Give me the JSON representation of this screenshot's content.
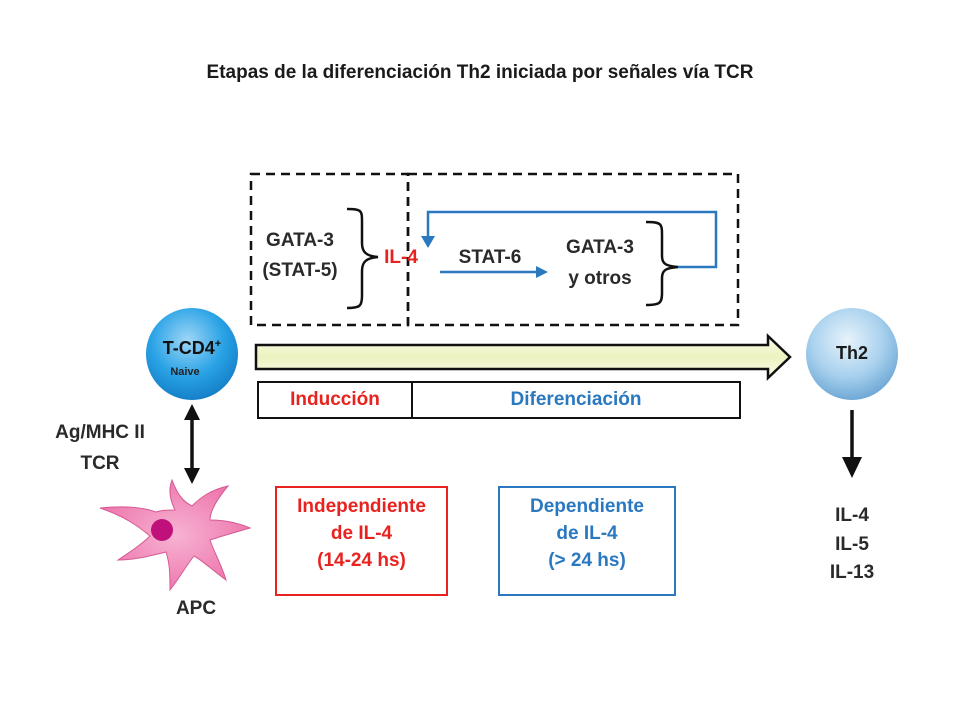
{
  "title": "Etapas de la diferenciación Th2 iniciada por señales vía TCR",
  "induction_block": {
    "gata3": "GATA-3",
    "stat5": "(STAT-5)",
    "il4": "IL-4"
  },
  "differentiation_block": {
    "stat6": "STAT-6",
    "gata3": "GATA-3",
    "others": "y otros"
  },
  "naive_cell": {
    "label": "T-CD4",
    "superscript": "+",
    "sublabel": "Naive"
  },
  "th2_cell": {
    "label": "Th2"
  },
  "phases": {
    "induction": "Inducción",
    "differentiation": "Diferenciación"
  },
  "receptors": {
    "line1": "Ag/MHC II",
    "line2": "TCR"
  },
  "apc": {
    "label": "APC"
  },
  "independent_box": {
    "line1": "Independiente",
    "line2": "de IL-4",
    "line3": "(14-24 hs)"
  },
  "dependent_box": {
    "line1": "Dependiente",
    "line2": "de IL-4",
    "line3": "(> 24 hs)"
  },
  "cytokines": [
    "IL-4",
    "IL-5",
    "IL-13"
  ],
  "colors": {
    "red": "#e8231f",
    "blue": "#2a78c0",
    "arrow_fill": "#f3f7cf",
    "cell_blue": "#1e9ae0",
    "th2_blue": "#8fc2e4",
    "apc_pink": "#f07fb2",
    "apc_nucleus": "#c0107a"
  }
}
